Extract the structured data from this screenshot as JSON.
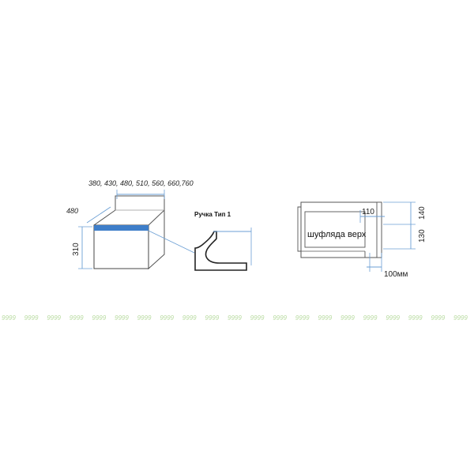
{
  "cabinet": {
    "widths_label": "380, 430, 480, 510, 560, 660,760",
    "depth_label": "480",
    "height_label": "310"
  },
  "handle": {
    "title": "Ручка Тип 1"
  },
  "drawer": {
    "label": "шуфляда верх",
    "dim_top": "110",
    "dim_right_upper": "140",
    "dim_right_lower": "130",
    "dim_bottom": "100мм"
  },
  "watermark": {
    "text": "9999",
    "color": "#b8dba0"
  },
  "colors": {
    "dimension_line": "#6b9fd4",
    "accent_band": "#3e7ec9",
    "outline": "#444444"
  }
}
